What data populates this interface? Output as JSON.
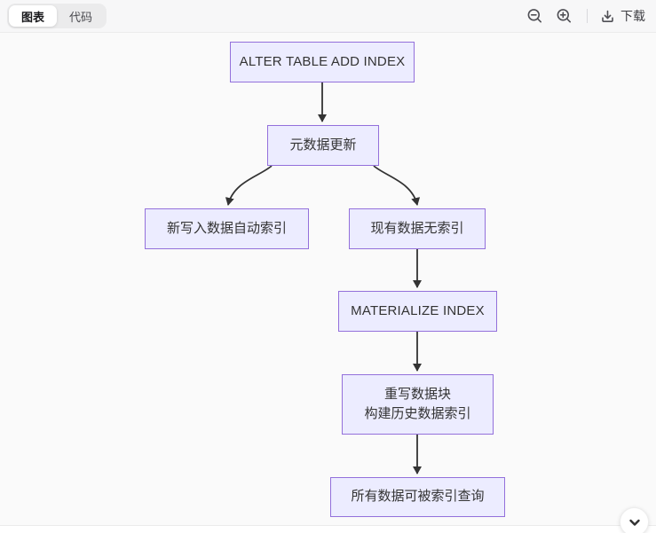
{
  "header": {
    "tabs": [
      {
        "label": "图表",
        "active": true
      },
      {
        "label": "代码",
        "active": false
      }
    ],
    "zoom_out_icon": "magnifier-minus",
    "zoom_in_icon": "magnifier-plus",
    "download_icon": "download-tray-arrow",
    "download_label": "下载"
  },
  "diagram": {
    "type": "flowchart",
    "direction": "top-down",
    "nodes": [
      {
        "id": "A",
        "label": "ALTER TABLE ADD INDEX"
      },
      {
        "id": "B",
        "label": "元数据更新"
      },
      {
        "id": "C",
        "label": "新写入数据自动索引"
      },
      {
        "id": "D",
        "label": "现有数据无索引"
      },
      {
        "id": "E",
        "label": "MATERIALIZE INDEX"
      },
      {
        "id": "F",
        "label": "重写数据块\n构建历史数据索引"
      },
      {
        "id": "G",
        "label": "所有数据可被索引查询"
      }
    ],
    "edges": [
      {
        "from": "A",
        "to": "B"
      },
      {
        "from": "B",
        "to": "C"
      },
      {
        "from": "B",
        "to": "D"
      },
      {
        "from": "D",
        "to": "E"
      },
      {
        "from": "E",
        "to": "F"
      },
      {
        "from": "F",
        "to": "G"
      }
    ],
    "colors": {
      "node_fill": "#ECECFF",
      "node_border": "#9370DB",
      "edge": "#333333"
    }
  },
  "footer": {
    "scroll_down_icon": "chevron-down"
  }
}
